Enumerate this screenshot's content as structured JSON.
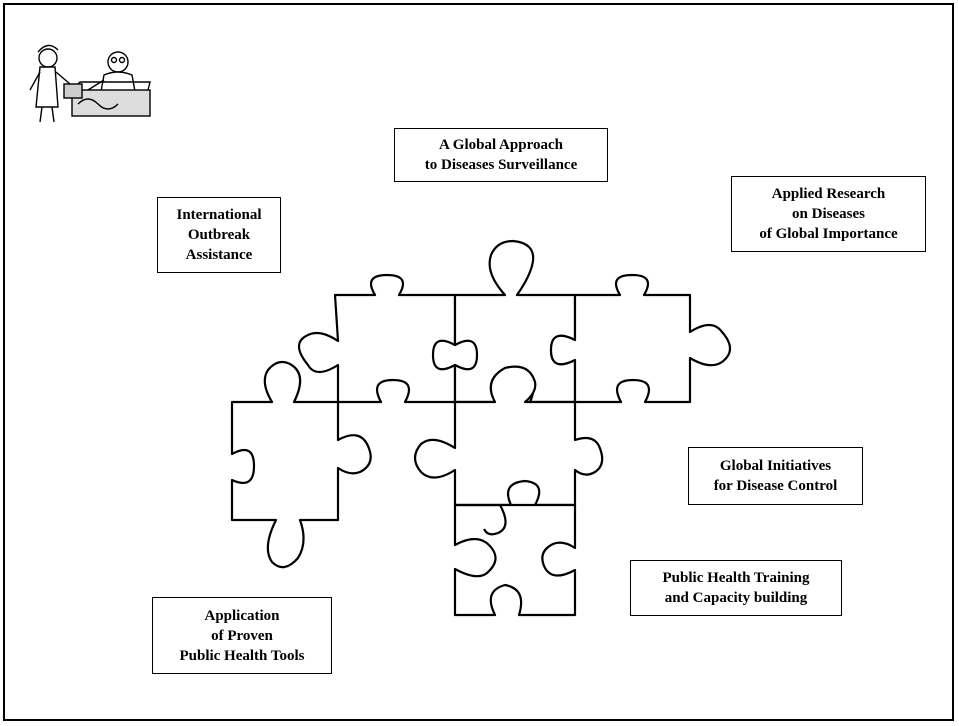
{
  "diagram": {
    "boxes": [
      {
        "id": "global-approach",
        "lines": [
          "A Global Approach",
          "to Diseases Surveillance"
        ]
      },
      {
        "id": "applied-research",
        "lines": [
          "Applied Research",
          "on Diseases",
          "of Global Importance"
        ]
      },
      {
        "id": "outbreak-assistance",
        "lines": [
          "International",
          "Outbreak",
          "Assistance"
        ]
      },
      {
        "id": "global-initiatives",
        "lines": [
          "Global Initiatives",
          "for Disease Control"
        ]
      },
      {
        "id": "training",
        "lines": [
          "Public Health Training",
          "and Capacity building"
        ]
      },
      {
        "id": "proven-tools",
        "lines": [
          "Application",
          "of Proven",
          "Public Health Tools"
        ]
      }
    ],
    "colors": {
      "stroke": "#000000",
      "background": "#ffffff"
    }
  }
}
